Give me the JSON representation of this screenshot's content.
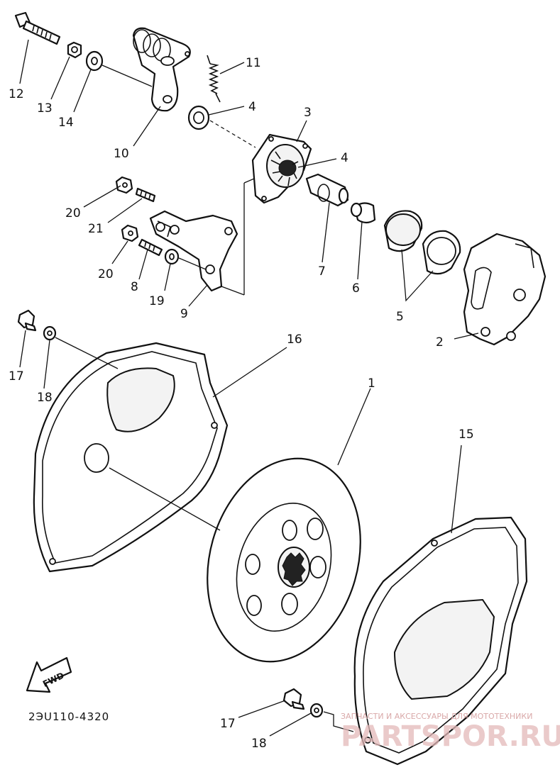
{
  "callouts": {
    "c1": "1",
    "c2": "2",
    "c3": "3",
    "c4a": "4",
    "c4b": "4",
    "c5": "5",
    "c6": "6",
    "c7": "7",
    "c8": "8",
    "c9": "9",
    "c10": "10",
    "c11": "11",
    "c12": "12",
    "c13": "13",
    "c14": "14",
    "c15": "15",
    "c16": "16",
    "c17a": "17",
    "c17b": "17",
    "c18a": "18",
    "c18b": "18",
    "c19": "19",
    "c20a": "20",
    "c20b": "20",
    "c21": "21"
  },
  "diagram_code": "2ЭU110-4320",
  "fwd_label": "FWD",
  "watermark": {
    "line1": "ЗАПЧАСТИ И АКСЕССУАРЫ ДЛЯ МОТОТЕХНИКИ",
    "brand": "PARTSPOR.RU"
  }
}
